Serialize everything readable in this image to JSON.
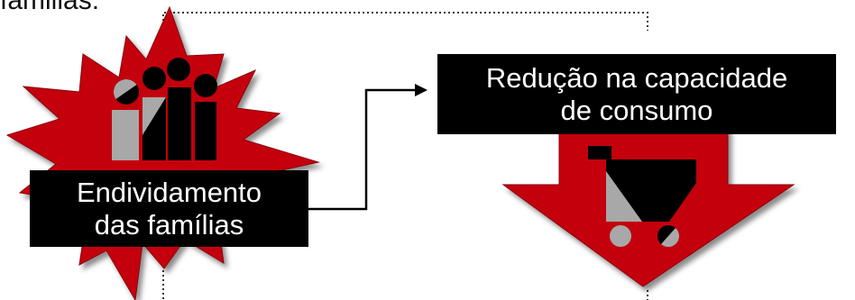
{
  "partial_heading": "familias.",
  "nodes": {
    "debt": {
      "line1": "Endividamento",
      "line2": "das famílias",
      "icon": "family-icon",
      "background_shape": "red-starburst"
    },
    "consumption": {
      "line1": "Redução na capacidade",
      "line2": "de consumo",
      "icon": "shopping-cart-icon",
      "background_shape": "red-down-arrow"
    }
  },
  "connectors": [
    {
      "from": "debt",
      "to": "consumption",
      "style": "solid-arrow"
    },
    {
      "style": "dotted-bracket"
    }
  ],
  "colors": {
    "red": "#c4000c",
    "black": "#000000",
    "gray": "#a8a8a8",
    "white": "#ffffff"
  }
}
